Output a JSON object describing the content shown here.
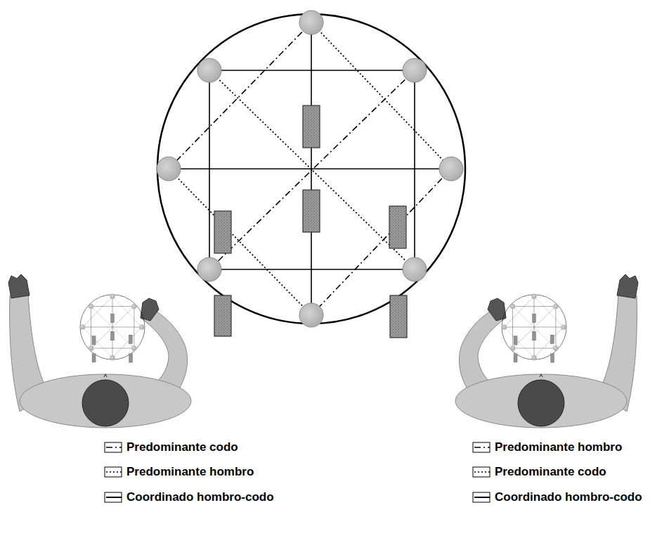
{
  "diagram": {
    "legend": [
      {
        "text": "Predominante codo"
      },
      {
        "text": "Predominante hombro"
      },
      {
        "text": "Coordinado hombro-codo"
      },
      {
        "text": "Predominante hombro"
      },
      {
        "text": "Predominante codo"
      },
      {
        "text": "Coordinado hombro-codo"
      }
    ]
  }
}
